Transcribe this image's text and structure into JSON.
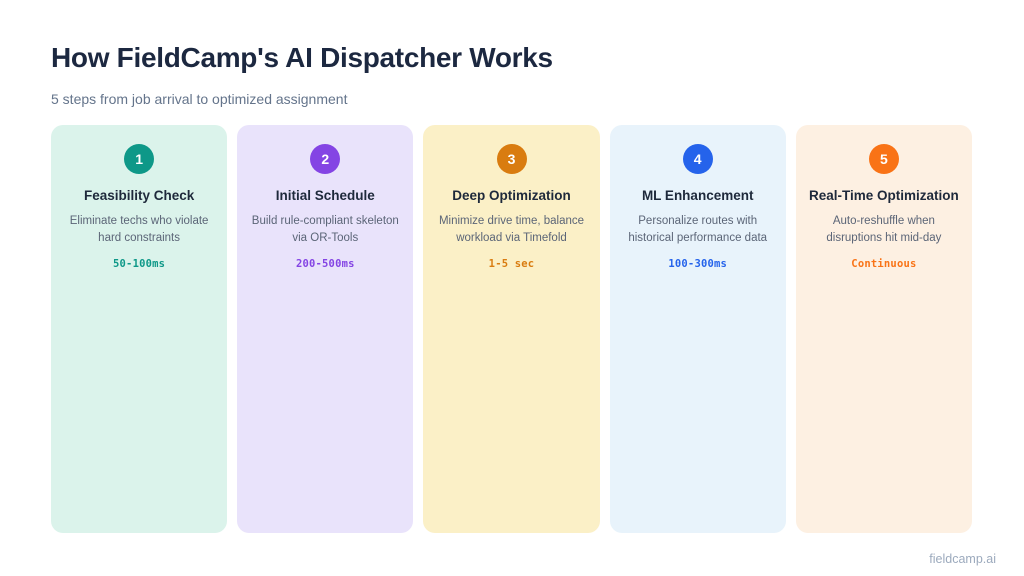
{
  "header": {
    "title": "How FieldCamp's AI Dispatcher Works",
    "subtitle": "5 steps from job arrival to optimized assignment"
  },
  "footer": {
    "brand": "fieldcamp.ai"
  },
  "steps": [
    {
      "number": "1",
      "title": "Feasibility Check",
      "description": "Eliminate techs who violate hard constraints",
      "timing": "50-100ms",
      "accent_color": "#0e9888",
      "card_color": "#dbf3eb"
    },
    {
      "number": "2",
      "title": "Initial Schedule",
      "description": "Build rule-compliant skeleton via OR-Tools",
      "timing": "200-500ms",
      "accent_color": "#8444e4",
      "card_color": "#e9e3fb"
    },
    {
      "number": "3",
      "title": "Deep Optimization",
      "description": "Minimize drive time, balance workload via Timefold",
      "timing": "1-5 sec",
      "accent_color": "#d97c10",
      "card_color": "#fbf0c7"
    },
    {
      "number": "4",
      "title": "ML Enhancement",
      "description": "Personalize routes with historical performance data",
      "timing": "100-300ms",
      "accent_color": "#2563eb",
      "card_color": "#e8f3fb"
    },
    {
      "number": "5",
      "title": "Real-Time Optimization",
      "description": "Auto-reshuffle when disruptions hit mid-day",
      "timing": "Continuous",
      "accent_color": "#f97316",
      "card_color": "#fdf0e2"
    }
  ]
}
